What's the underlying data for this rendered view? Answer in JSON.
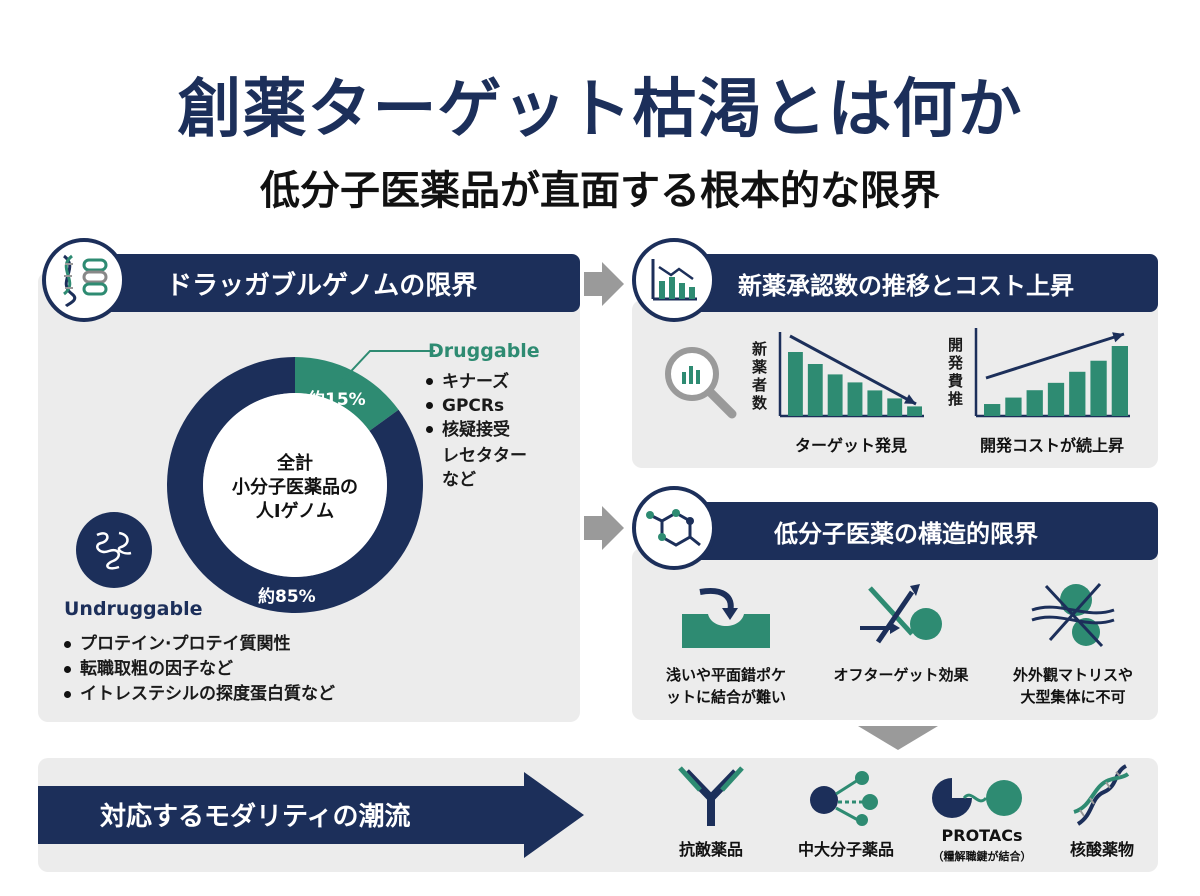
{
  "title": "創薬ターゲット枯渇とは何か",
  "subtitle": "低分子医薬品が直面する根本的な限界",
  "panel_genome": {
    "header": "ドラッガブルゲノムの限界",
    "icon": "dna-protein-icon",
    "druggable_title": "Druggable",
    "druggable_items": [
      "キナーズ",
      "GPCRs",
      "核疑接受",
      "レセタター",
      "など"
    ],
    "donut_center_lines": [
      "全計",
      "小分子医薬品の",
      "人Iゲノム"
    ],
    "slice_druggable_label": "約15%",
    "slice_undruggable_label": "約85%",
    "undruggable_title": "Undruggable",
    "undruggable_items": [
      "プロテイン·プロテイ質関性",
      "転職取粗の因子など",
      "イトレステシルの探度蛋白質など"
    ]
  },
  "panel_trend": {
    "header": "新薬承認数の推移とコスト上昇",
    "left_chart_vlabel": "新薬者数",
    "left_chart_caption": "ターゲット発見",
    "right_chart_vlabel": "開発費推",
    "right_chart_caption": "開発コストが続上昇"
  },
  "panel_structure": {
    "header": "低分子医薬の構造的限界",
    "items": [
      {
        "line1": "浅いや平面錯ポケ",
        "line2": "ットに結合が難い"
      },
      {
        "line1": "オフターゲット効果",
        "line2": ""
      },
      {
        "line1": "外外觀マトリスや",
        "line2": "大型集体に不可"
      }
    ]
  },
  "bottom": {
    "banner": "対応するモダリティの潮流",
    "modalities": [
      {
        "label": "抗敵薬品",
        "sub": ""
      },
      {
        "label": "中大分子薬品",
        "sub": ""
      },
      {
        "label": "PROTACs",
        "sub": "（糧解職鍵が結合）"
      },
      {
        "label": "核酸薬物",
        "sub": ""
      }
    ]
  },
  "chart_data": [
    {
      "type": "donut",
      "categories": [
        "Druggable",
        "Undruggable"
      ],
      "values": [
        15,
        85
      ],
      "colors": [
        "#2e8b72",
        "#1c2f5a"
      ]
    },
    {
      "type": "bar",
      "values": [
        8,
        6.5,
        5.2,
        4.2,
        3.2,
        2.2,
        1.2
      ],
      "trend": "decreasing",
      "color": "#2e8b72"
    },
    {
      "type": "bar",
      "values": [
        1.3,
        2,
        2.8,
        3.6,
        4.8,
        6,
        7.6
      ],
      "trend": "increasing",
      "color": "#2e8b72"
    }
  ]
}
